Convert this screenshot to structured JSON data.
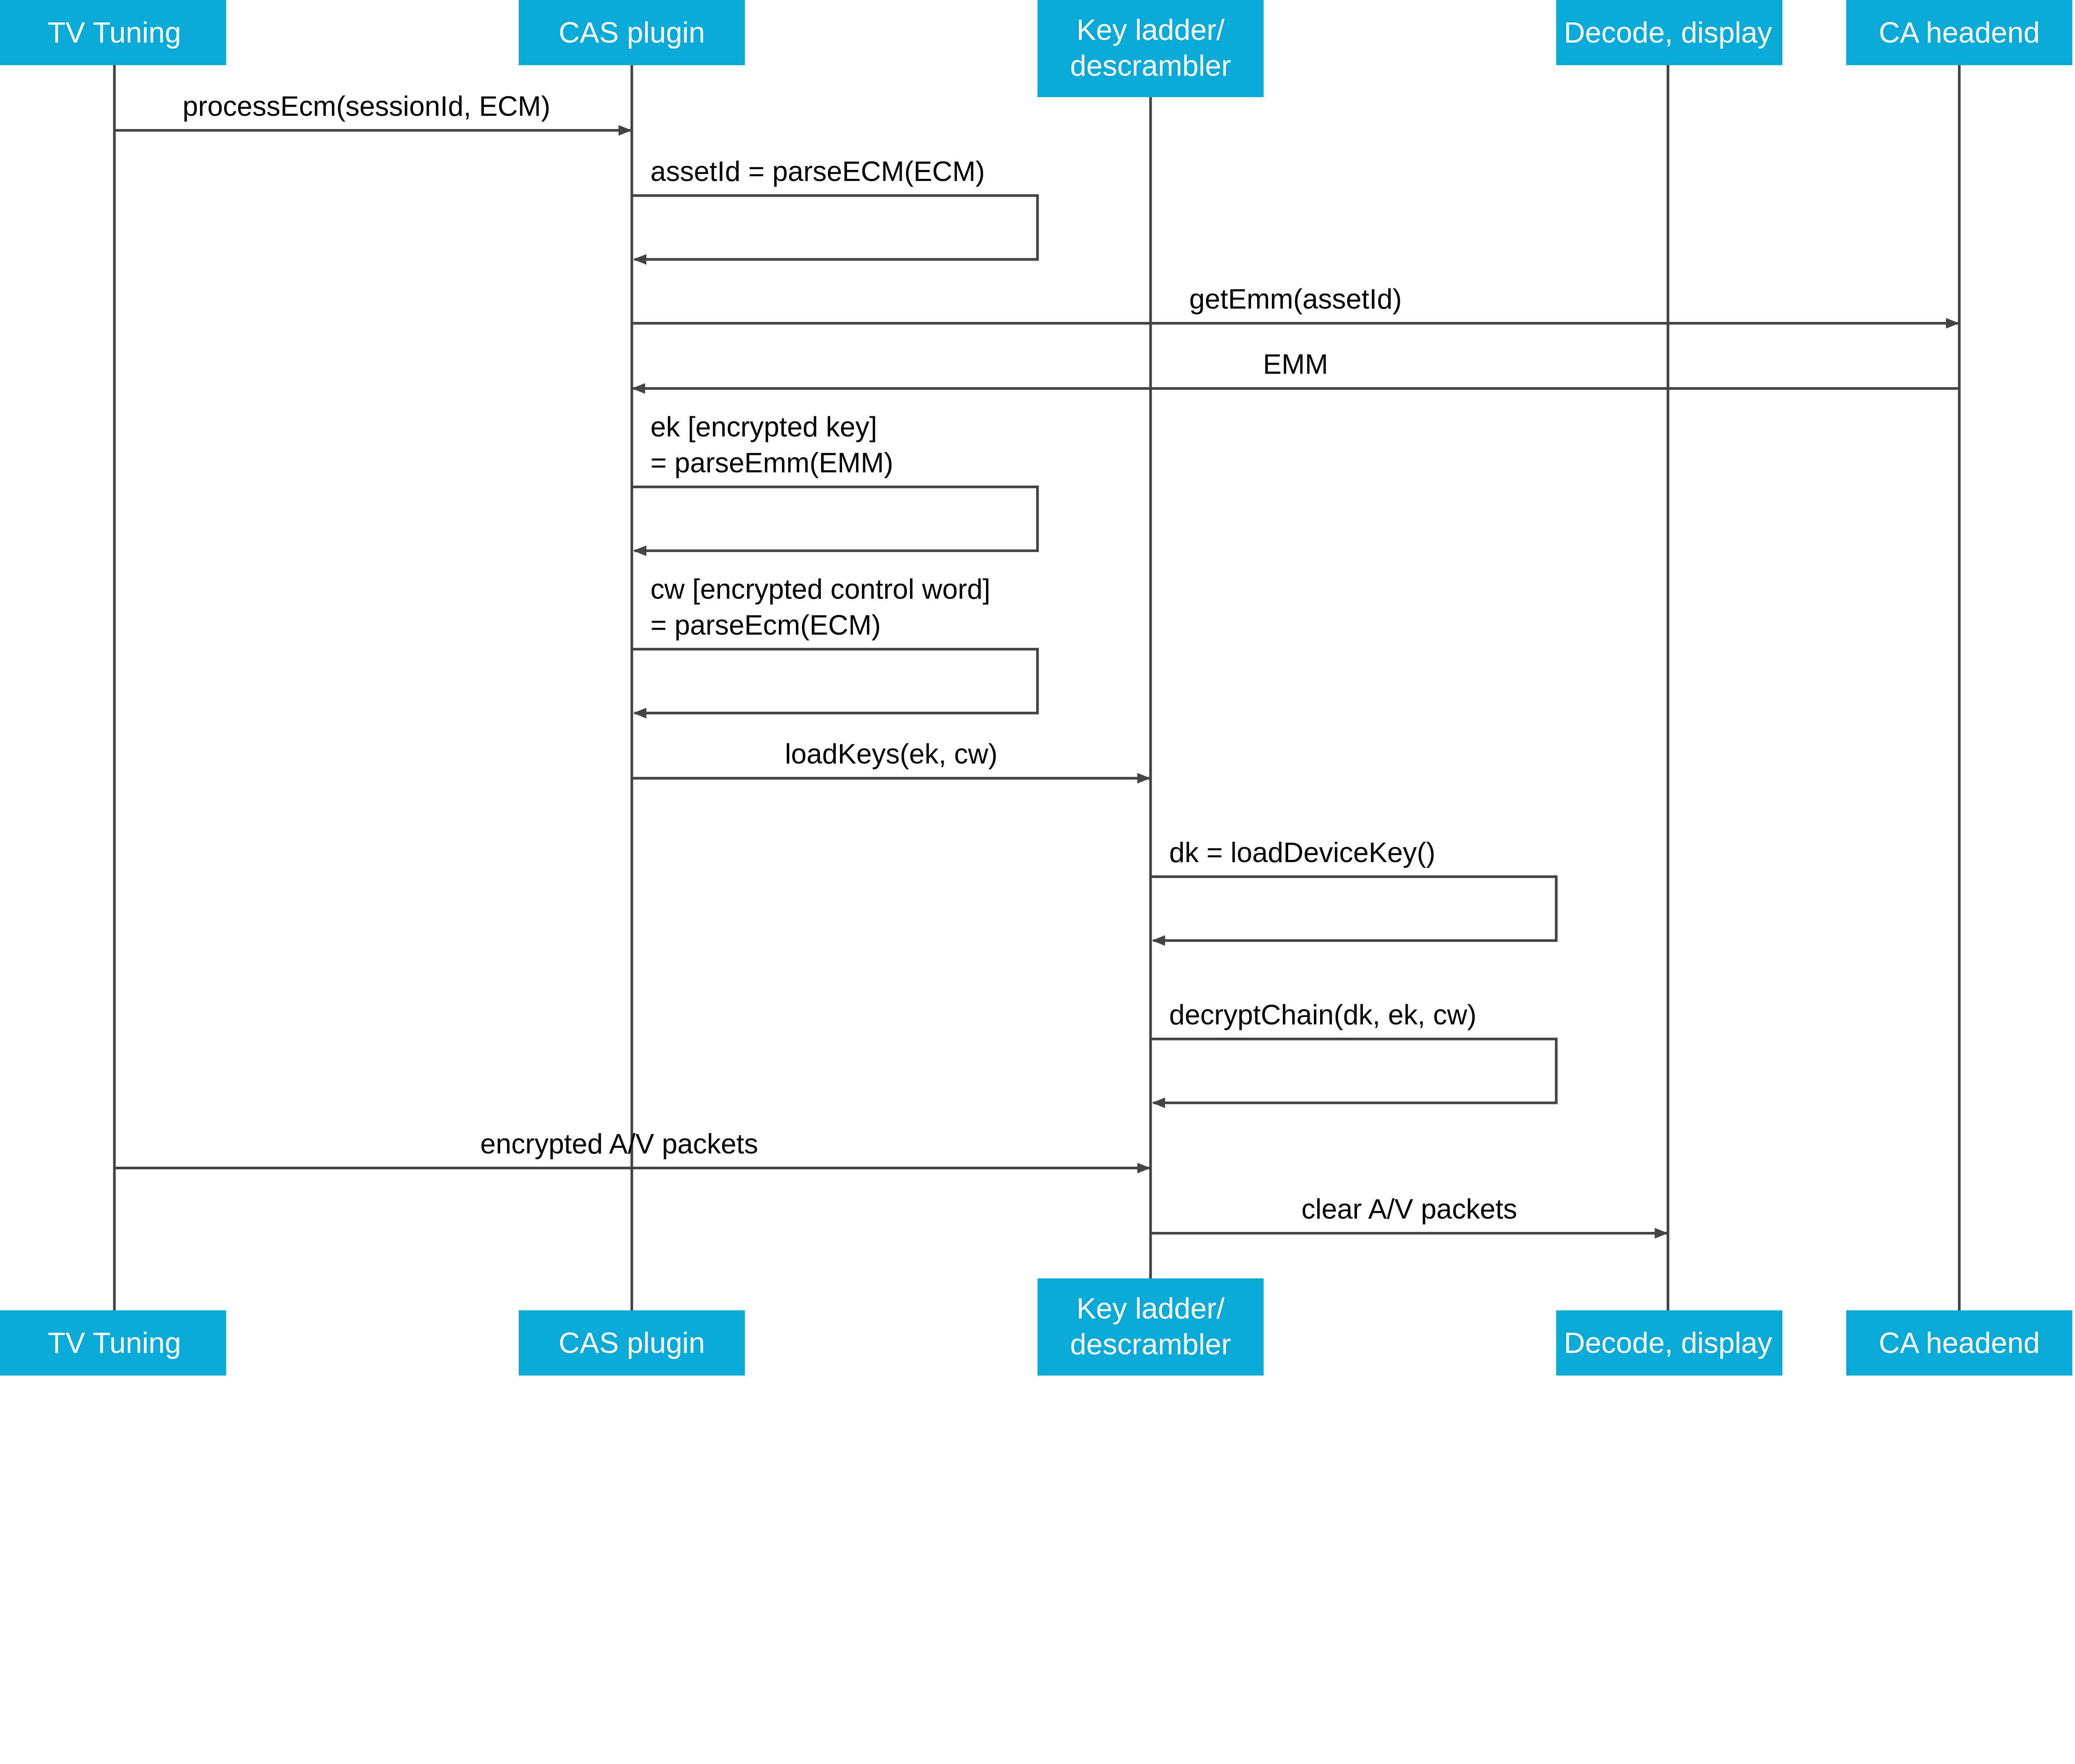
{
  "colors": {
    "header_fill": "#0BA9D6",
    "header_text": "#FFFFFF",
    "line": "#444444",
    "label": "#000000"
  },
  "participants": [
    {
      "id": "tv",
      "label_lines": [
        "TV Tuning"
      ]
    },
    {
      "id": "cas",
      "label_lines": [
        "CAS plugin"
      ]
    },
    {
      "id": "key",
      "label_lines": [
        "Key ladder/",
        "descrambler"
      ]
    },
    {
      "id": "dec",
      "label_lines": [
        "Decode, display"
      ]
    },
    {
      "id": "ca",
      "label_lines": [
        "CA headend"
      ]
    }
  ],
  "messages": [
    {
      "from": 0,
      "to": 1,
      "label_lines": [
        "processEcm(sessionId, ECM)"
      ]
    },
    {
      "from": 1,
      "to": 1,
      "label_lines": [
        "assetId = parseECM(ECM)"
      ]
    },
    {
      "from": 1,
      "to": 4,
      "label_lines": [
        "getEmm(assetId)"
      ]
    },
    {
      "from": 4,
      "to": 1,
      "label_lines": [
        "EMM"
      ]
    },
    {
      "from": 1,
      "to": 1,
      "label_lines": [
        "ek [encrypted key]",
        "= parseEmm(EMM)"
      ]
    },
    {
      "from": 1,
      "to": 1,
      "label_lines": [
        "cw [encrypted control word]",
        "= parseEcm(ECM)"
      ]
    },
    {
      "from": 1,
      "to": 2,
      "label_lines": [
        "loadKeys(ek, cw)"
      ]
    },
    {
      "from": 2,
      "to": 2,
      "label_lines": [
        "dk = loadDeviceKey()"
      ]
    },
    {
      "from": 2,
      "to": 2,
      "label_lines": [
        "decryptChain(dk, ek, cw)"
      ]
    },
    {
      "from": 0,
      "to": 2,
      "label_lines": [
        "encrypted A/V packets"
      ]
    },
    {
      "from": 2,
      "to": 3,
      "label_lines": [
        "clear A/V packets"
      ]
    }
  ]
}
